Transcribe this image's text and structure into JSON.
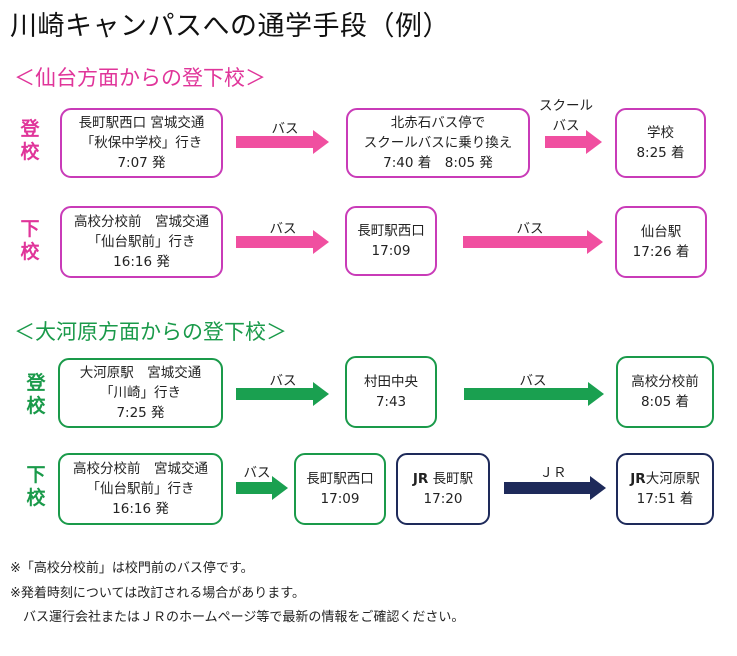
{
  "title": "川崎キャンパスへの通学手段（例）",
  "colors": {
    "pink": "#e0359a",
    "pink_border": "#c93bb8",
    "pink_arrow": "#f04fa0",
    "green": "#1a9a4a",
    "green_arrow": "#1aa050",
    "navy": "#1e2a5a"
  },
  "section1": {
    "heading": "＜仙台方面からの登下校＞",
    "to_school": {
      "label": "登\n校",
      "start": {
        "line1": "長町駅西口 宮城交通",
        "line2": "「秋保中学校」行き",
        "line3": "7:07 発"
      },
      "arrow1": "バス",
      "transfer": {
        "line1": "北赤石バス停で",
        "line2": "スクールバスに乗り換え",
        "line3": "7:40 着　8:05 発"
      },
      "arrow2": "スクール\nバス",
      "end": {
        "line1": "学校",
        "line2": "8:25 着"
      }
    },
    "from_school": {
      "label": "下\n校",
      "start": {
        "line1": "高校分校前　宮城交通",
        "line2": "「仙台駅前」行き",
        "line3": "16:16 発"
      },
      "arrow1": "バス",
      "mid": {
        "line1": "長町駅西口",
        "line2": "17:09"
      },
      "arrow2": "バス",
      "end": {
        "line1": "仙台駅",
        "line2": "17:26 着"
      }
    }
  },
  "section2": {
    "heading": "＜大河原方面からの登下校＞",
    "to_school": {
      "label": "登\n校",
      "start": {
        "line1": "大河原駅　宮城交通",
        "line2": "「川崎」行き",
        "line3": "7:25 発"
      },
      "arrow1": "バス",
      "mid": {
        "line1": "村田中央",
        "line2": "7:43"
      },
      "arrow2": "バス",
      "end": {
        "line1": "高校分校前",
        "line2": "8:05 着"
      }
    },
    "from_school": {
      "label": "下\n校",
      "start": {
        "line1": "高校分校前　宮城交通",
        "line2": "「仙台駅前」行き",
        "line3": "16:16 発"
      },
      "arrow1": "バス",
      "mid": {
        "line1": "長町駅西口",
        "line2": "17:09"
      },
      "jr_station": {
        "prefix": "JR",
        "name": " 長町駅",
        "time": "17:20"
      },
      "arrow2": "ＪＲ",
      "end": {
        "prefix": "JR",
        "name": "大河原駅",
        "time": "17:51 着"
      }
    }
  },
  "notes": [
    "※「高校分校前」は校門前のバス停です。",
    "※発着時刻については改訂される場合があります。",
    "　バス運行会社またはＪＲのホームページ等で最新の情報をご確認ください。"
  ]
}
